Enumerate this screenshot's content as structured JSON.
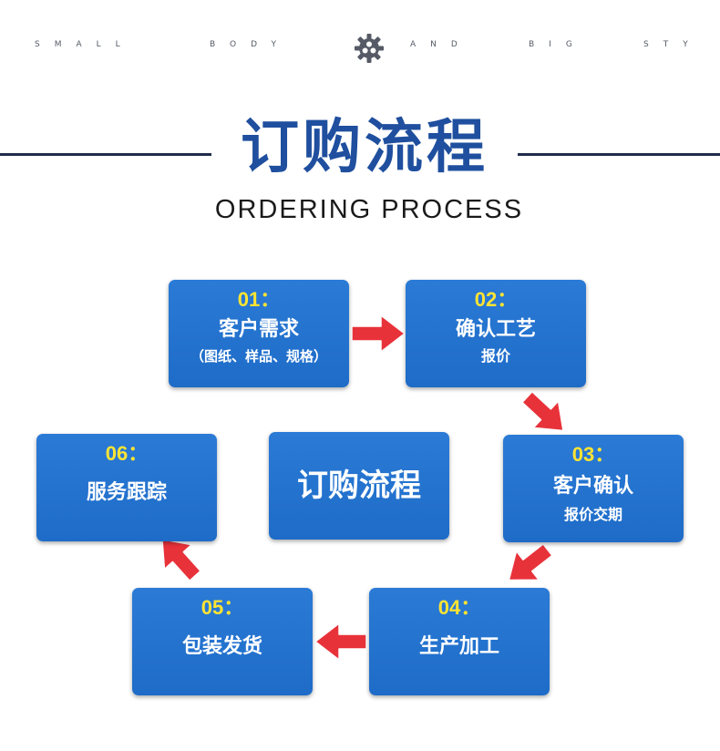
{
  "tagline": [
    "SMALL",
    "BODY",
    "AND",
    "BIG",
    "STY"
  ],
  "title_cn": "订购流程",
  "title_en": "ORDERING PROCESS",
  "center_label": "订购流程",
  "steps": [
    {
      "num": "01：",
      "name": "客户需求",
      "sub": "（图纸、样品、规格）"
    },
    {
      "num": "02：",
      "name": "确认工艺",
      "sub": "报价"
    },
    {
      "num": "03：",
      "name": "客户确认",
      "sub": "报价交期"
    },
    {
      "num": "04：",
      "name": "生产加工",
      "sub": ""
    },
    {
      "num": "05：",
      "name": "包装发货",
      "sub": ""
    },
    {
      "num": "06：",
      "name": "服务跟踪",
      "sub": ""
    }
  ],
  "colors": {
    "box_blue": "#1e6cc8",
    "number_yellow": "#ffe433",
    "arrow_red": "#e8323a",
    "title_blue": "#1f4f9e",
    "rule_navy": "#1f2d4a"
  },
  "icons": {
    "header": "gear-icon",
    "connector": "red-arrow-icon"
  }
}
